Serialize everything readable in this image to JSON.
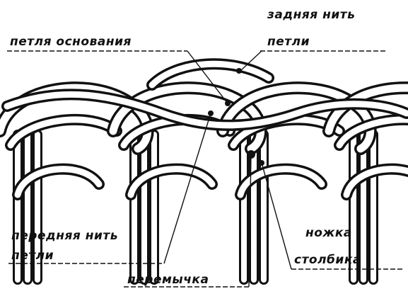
{
  "colors": {
    "ink": "#111111",
    "paper": "#ffffff"
  },
  "labels": {
    "back_thread_line1": "задняя нить",
    "back_thread_line2": "петли",
    "base_loop": "петля основания",
    "front_thread_line1": "передняя нить",
    "front_thread_line2": "петли",
    "leg_line1": "ножка",
    "leg_line2": "столбика",
    "bridge": "перемычка"
  }
}
